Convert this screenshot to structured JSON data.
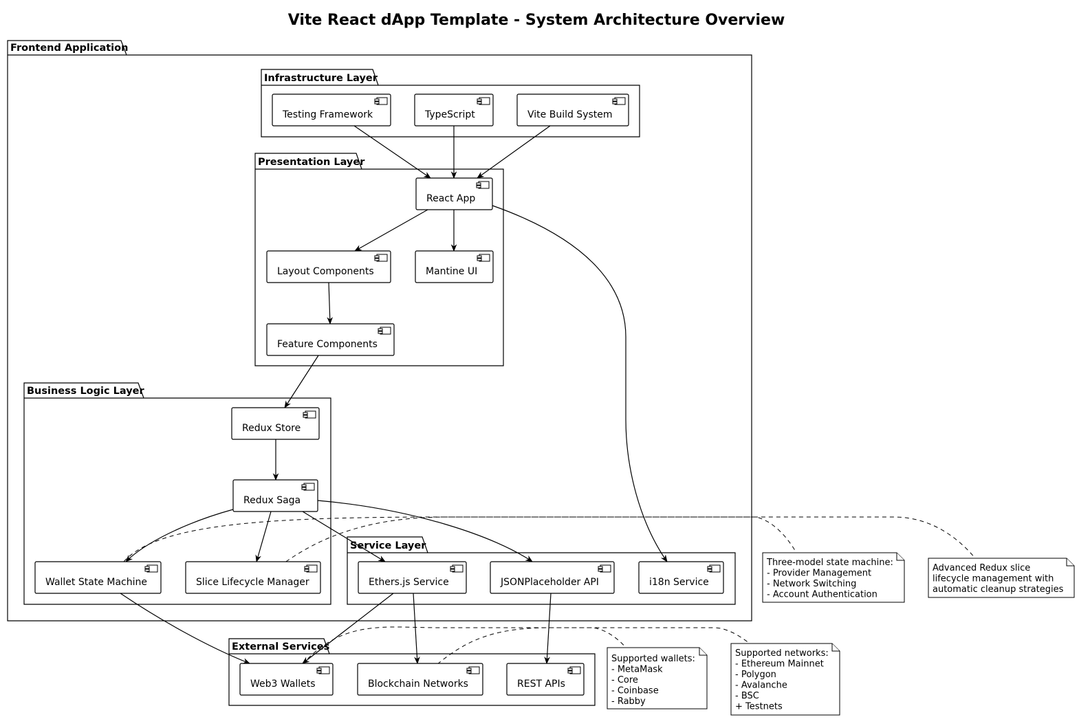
{
  "title": "Vite React dApp Template - System Architecture Overview",
  "packages": {
    "frontend": "Frontend Application",
    "infrastructure": "Infrastructure Layer",
    "presentation": "Presentation Layer",
    "business": "Business Logic Layer",
    "service": "Service Layer",
    "external": "External Services"
  },
  "components": {
    "testing": "Testing Framework",
    "typescript": "TypeScript",
    "vite": "Vite Build System",
    "react_app": "React App",
    "layout": "Layout Components",
    "mantine": "Mantine UI",
    "feature": "Feature Components",
    "redux_store": "Redux Store",
    "redux_saga": "Redux Saga",
    "wallet_sm": "Wallet State Machine",
    "slice_lm": "Slice Lifecycle Manager",
    "ethers": "Ethers.js Service",
    "jsonph": "JSONPlaceholder API",
    "i18n": "i18n Service",
    "web3_wallets": "Web3 Wallets",
    "blockchain": "Blockchain Networks",
    "rest_apis": "REST APIs"
  },
  "notes": {
    "state_machine": [
      "Three-model state machine:",
      "- Provider Management",
      "- Network Switching",
      "- Account Authentication"
    ],
    "redux_slice": [
      "Advanced Redux slice",
      "lifecycle management with",
      "automatic cleanup strategies"
    ],
    "wallets": [
      "Supported wallets:",
      "- MetaMask",
      "- Core",
      "- Coinbase",
      "- Rabby"
    ],
    "networks": [
      "Supported networks:",
      "- Ethereum Mainnet",
      "- Polygon",
      "- Avalanche",
      "- BSC",
      "+ Testnets"
    ]
  },
  "edges": [
    {
      "from": "testing",
      "to": "react_app"
    },
    {
      "from": "typescript",
      "to": "react_app"
    },
    {
      "from": "vite",
      "to": "react_app"
    },
    {
      "from": "react_app",
      "to": "layout"
    },
    {
      "from": "react_app",
      "to": "mantine"
    },
    {
      "from": "react_app",
      "to": "i18n"
    },
    {
      "from": "layout",
      "to": "feature"
    },
    {
      "from": "feature",
      "to": "redux_store"
    },
    {
      "from": "redux_store",
      "to": "redux_saga"
    },
    {
      "from": "redux_saga",
      "to": "wallet_sm"
    },
    {
      "from": "redux_saga",
      "to": "slice_lm"
    },
    {
      "from": "redux_saga",
      "to": "ethers"
    },
    {
      "from": "redux_saga",
      "to": "jsonph"
    },
    {
      "from": "wallet_sm",
      "to": "web3_wallets"
    },
    {
      "from": "ethers",
      "to": "web3_wallets"
    },
    {
      "from": "ethers",
      "to": "blockchain"
    },
    {
      "from": "jsonph",
      "to": "rest_apis"
    }
  ],
  "note_links": [
    {
      "note": "state_machine",
      "to": "wallet_sm"
    },
    {
      "note": "redux_slice",
      "to": "slice_lm"
    },
    {
      "note": "wallets",
      "to": "web3_wallets"
    },
    {
      "note": "networks",
      "to": "blockchain"
    }
  ]
}
